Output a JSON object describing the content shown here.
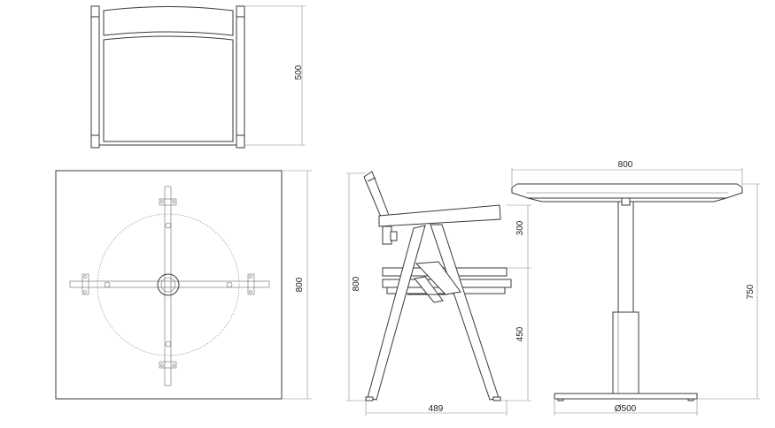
{
  "dimensions": {
    "chair_top_depth": "500",
    "table_top_width_side": "800",
    "chair_height": "800",
    "chair_depth": "489",
    "chair_back_height": "300",
    "chair_seat_height": "450",
    "table_width": "800",
    "table_height": "750",
    "table_base_diameter": "Ø500"
  }
}
